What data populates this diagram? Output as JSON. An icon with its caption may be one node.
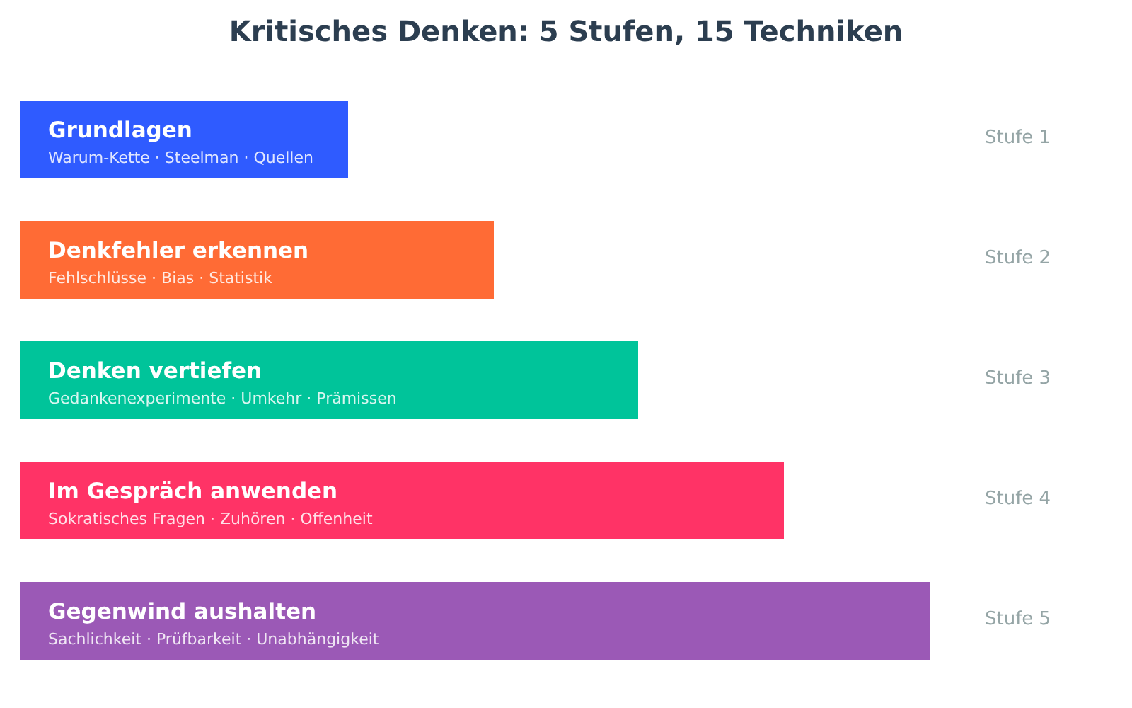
{
  "diagram": {
    "title": "Kritisches Denken: 5 Stufen, 15 Techniken",
    "nodes": [
      {
        "text": [
          "Grundlagen",
          "Warum-Kette · Steelman · Quellen"
        ]
      },
      {
        "text": [
          "Denkfehler erkennen",
          "Fehlschlüsse · Bias · Statistik"
        ]
      },
      {
        "text": [
          "Denken vertiefen",
          "Gedankenexperimente · Umkehr · Prämissen"
        ]
      },
      {
        "text": [
          "Im Gespräch anwenden",
          "Sokratisches Fragen · Zuhören · Offenheit"
        ]
      },
      {
        "text": [
          "Gegenwind aushalten",
          "Sachlichkeit · Prüfbarkeit · Unabhängigkeit"
        ]
      }
    ],
    "labels": [
      "Stufe 1",
      "Stufe 2",
      "Stufe 3",
      "Stufe 4",
      "Stufe 5"
    ]
  }
}
